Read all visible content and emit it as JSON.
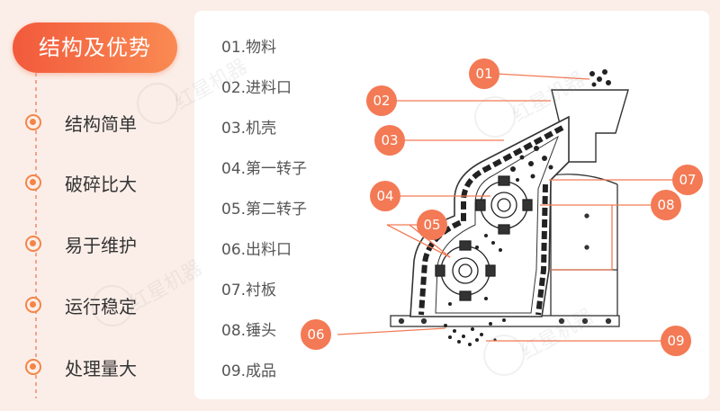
{
  "title": "结构及优势",
  "features": [
    "结构简单",
    "破碎比大",
    "易于维护",
    "运行稳定",
    "处理量大"
  ],
  "legend": [
    "01.物料",
    "02.进料口",
    "03.机壳",
    "04.第一转子",
    "05.第二转子",
    "06.出料口",
    "07.衬板",
    "08.锤头",
    "09.成品"
  ],
  "callouts": [
    "01",
    "02",
    "03",
    "04",
    "05",
    "06",
    "07",
    "08",
    "09"
  ],
  "watermark": "红星机器",
  "colors": {
    "accent": "#f37a55",
    "pill_start": "#f25a3c",
    "pill_end": "#fa8a52",
    "bullet": "#f38548"
  }
}
